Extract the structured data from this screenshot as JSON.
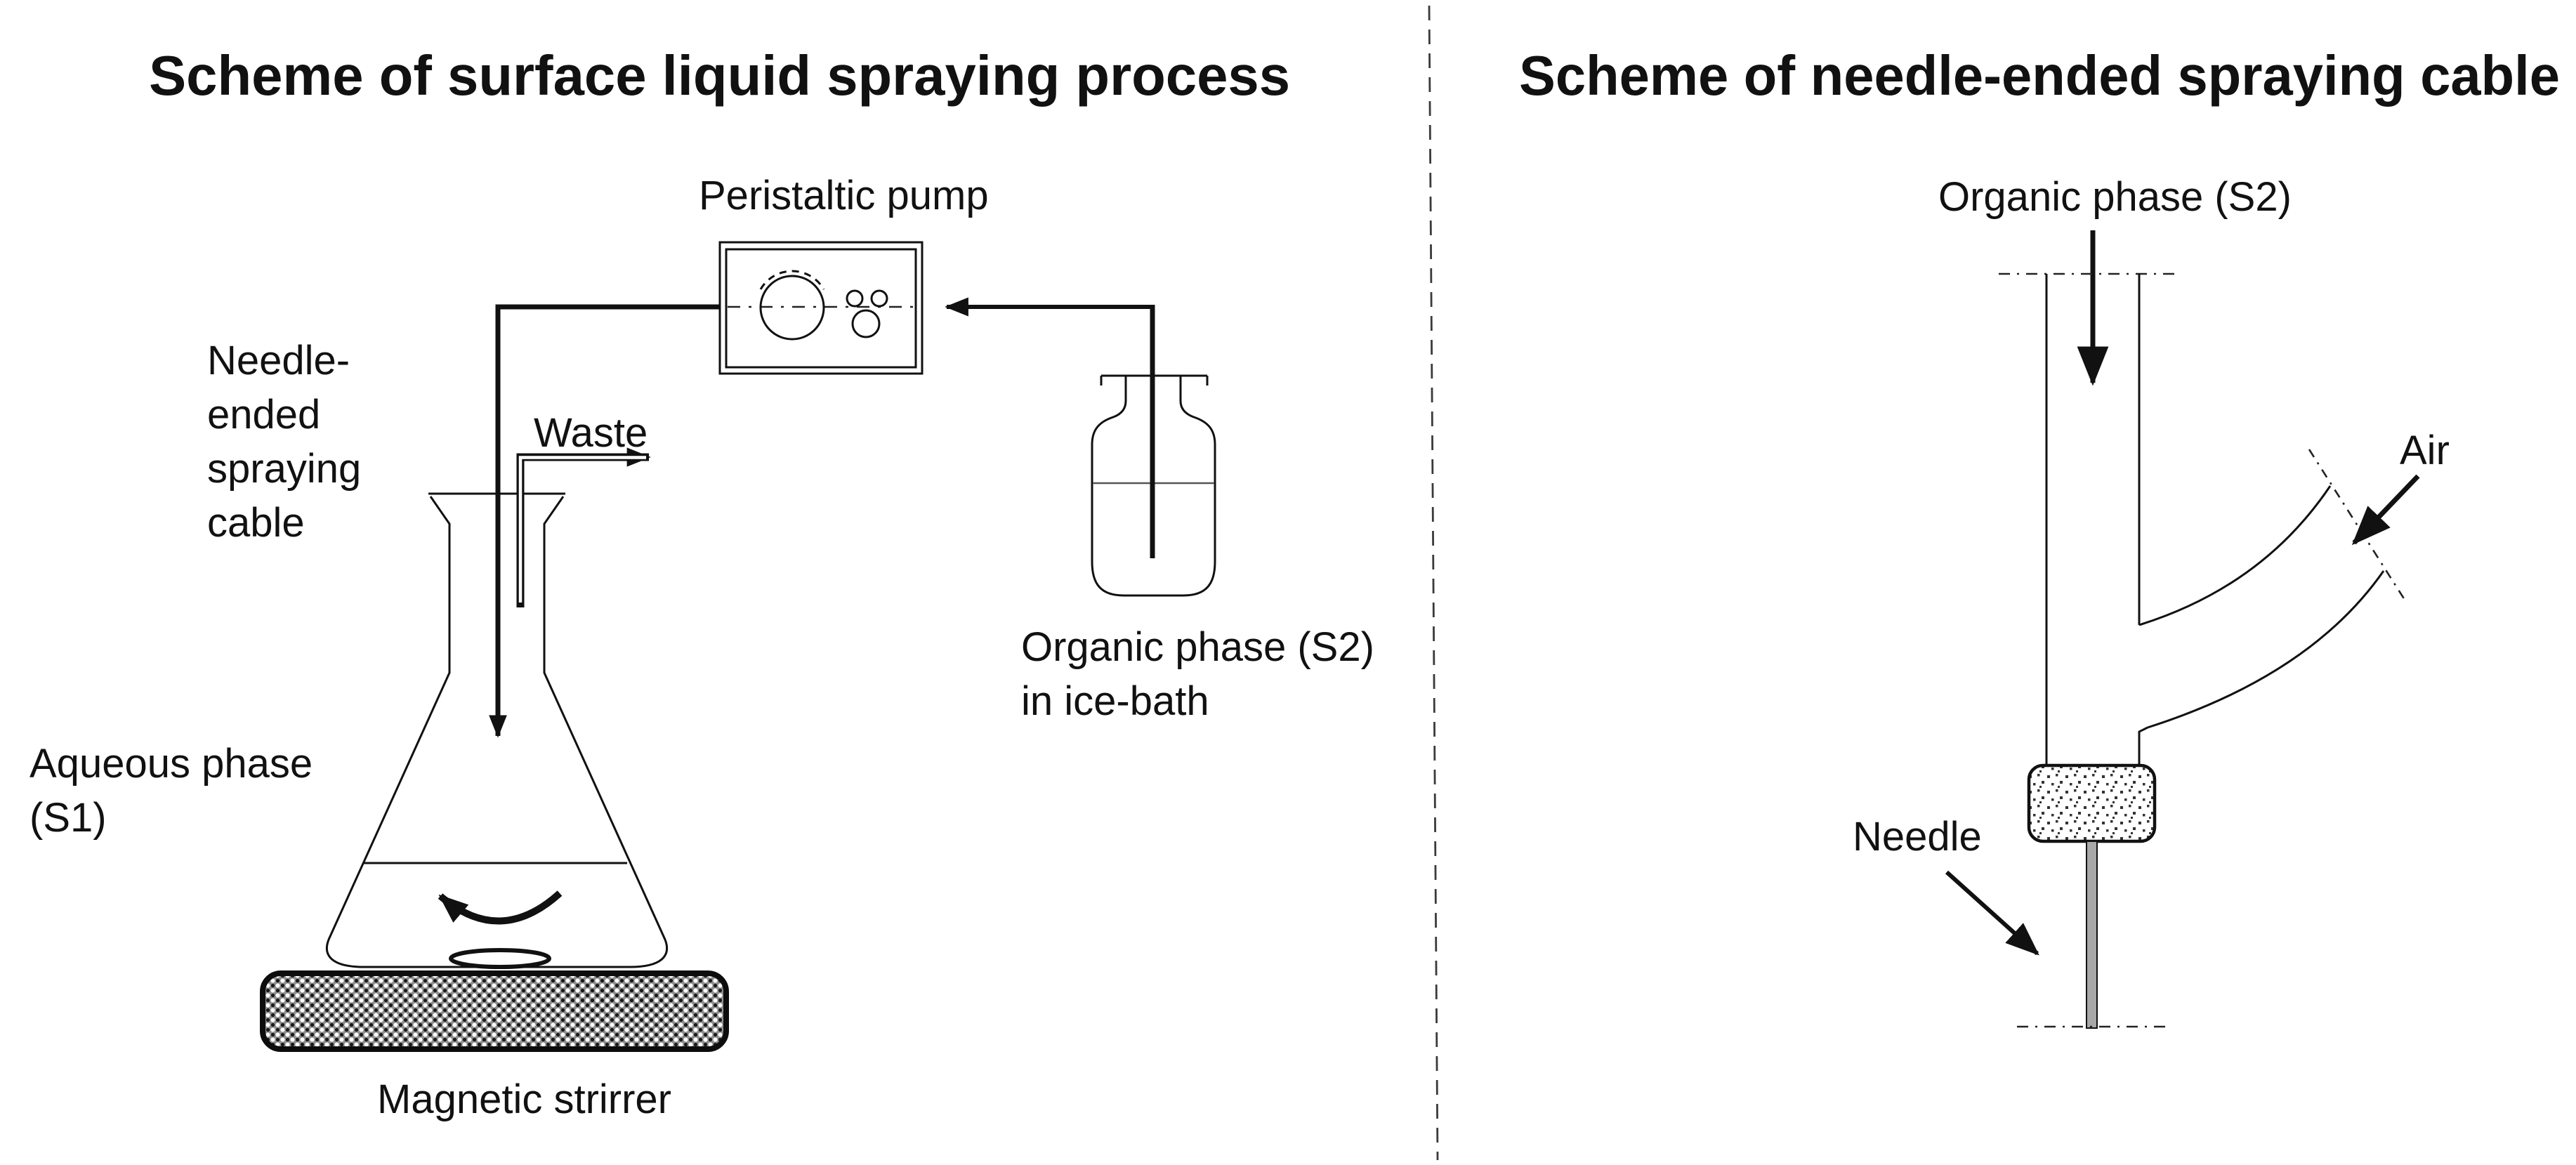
{
  "left_scheme": {
    "title": "Scheme of surface liquid spraying process",
    "labels": {
      "pump": "Peristaltic pump",
      "waste": "Waste",
      "cable_line1": "Needle-",
      "cable_line2": "ended",
      "cable_line3": "spraying",
      "cable_line4": "cable",
      "aqueous_line1": "Aqueous phase",
      "aqueous_line2": "(S1)",
      "organic_line1": "Organic phase (S2)",
      "organic_line2": "in ice-bath",
      "stirrer": "Magnetic strirrer"
    }
  },
  "right_scheme": {
    "title": "Scheme of needle-ended spraying cable",
    "labels": {
      "organic": "Organic phase (S2)",
      "air": "Air",
      "needle": "Needle"
    }
  },
  "colors": {
    "ink": "#111111",
    "needle_fill": "#a8a8a8",
    "plate_gray": "#8f8f8f",
    "divider": "#3a3a3a",
    "bottle_liquid_line": "#555555"
  }
}
